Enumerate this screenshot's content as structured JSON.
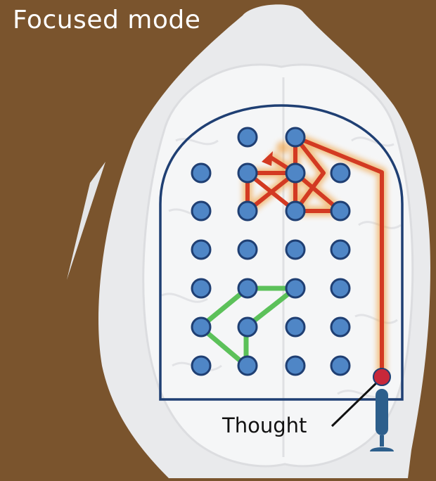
{
  "title": "Focused mode",
  "thought_label": "Thought",
  "colors": {
    "background": "#7a542d",
    "head": "#e9eaec",
    "brain": "#f4f5f6",
    "frame": "#1f3f73",
    "node_fill": "#4f86c6",
    "node_stroke": "#1f3f73",
    "focused_path": "#d33a22",
    "other_path": "#5cc15a",
    "pointer": "#c8283a",
    "microphone": "#2d5f8c"
  },
  "icons": [
    "head-silhouette",
    "brain",
    "microphone-icon",
    "arrow-head-icon"
  ]
}
